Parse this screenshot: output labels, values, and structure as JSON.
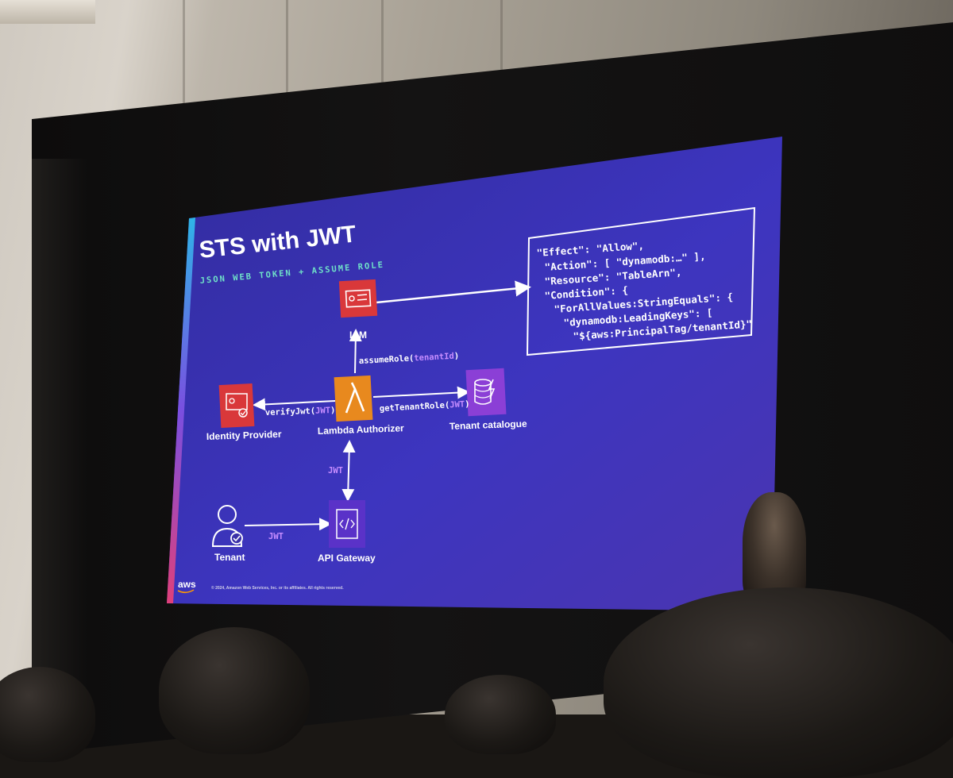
{
  "slide": {
    "title": "STS with JWT",
    "subtitle": "JSON WEB TOKEN + ASSUME ROLE",
    "nodes": {
      "iam": "IAM",
      "identity_provider": "Identity Provider",
      "lambda_authorizer": "Lambda Authorizer",
      "tenant_catalogue": "Tenant catalogue",
      "tenant": "Tenant",
      "api_gateway": "API Gateway"
    },
    "edges": {
      "assume_role": "assumeRole(",
      "assume_role_arg": "tenantId",
      "assume_role_close": ")",
      "verify_jwt": "verifyJwt(",
      "verify_jwt_arg": "JWT",
      "verify_jwt_close": ")",
      "get_tenant_role": "getTenantRole(",
      "get_tenant_role_arg": "JWT",
      "get_tenant_role_close": ")",
      "jwt_vertical": "JWT",
      "jwt_horizontal": "JWT"
    },
    "policy_lines": [
      "\"Effect\": \"Allow\",",
      "\"Action\": [ \"dynamodb:…\" ],",
      "\"Resource\": \"TableArn\",",
      "\"Condition\": {",
      "\"ForAllValues:StringEquals\": {",
      "\"dynamodb:LeadingKeys\": [",
      "\"${aws:PrincipalTag/tenantId}\""
    ],
    "logo": "aws",
    "copyright": "© 2024, Amazon Web Services, Inc. or its affiliates. All rights reserved.",
    "colors": {
      "background_top": "#3a33b8",
      "background_bottom": "#3b2a9a",
      "iam_red": "#d9383a",
      "lambda_orange": "#e8891e",
      "catalogue_purple": "#8b3fd6",
      "gateway_purple": "#5a32c8",
      "code_purple": "#c78dff"
    }
  }
}
